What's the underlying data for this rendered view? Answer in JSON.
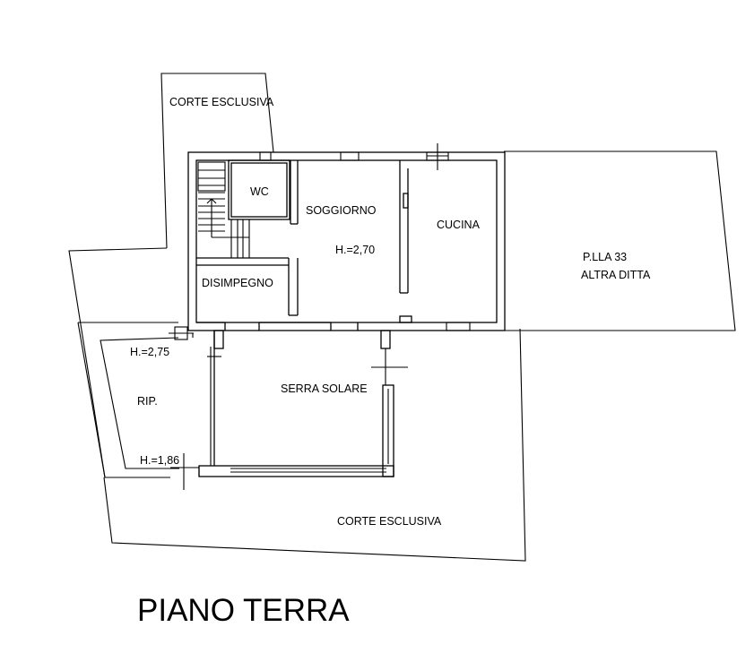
{
  "labels": {
    "corte_top": "CORTE ESCLUSIVA",
    "wc": "WC",
    "soggiorno": "SOGGIORNO",
    "soggiorno_height": "H.=2,70",
    "cucina": "CUCINA",
    "disimpegno": "DISIMPEGNO",
    "plla": "P.LLA 33",
    "altra_ditta": "ALTRA DITTA",
    "rip_height_top": "H.=2,75",
    "rip": "RIP.",
    "rip_height_bottom": "H.=1,86",
    "serra_solare": "SERRA SOLARE",
    "corte_bottom": "CORTE ESCLUSIVA"
  },
  "title": "PIANO TERRA"
}
